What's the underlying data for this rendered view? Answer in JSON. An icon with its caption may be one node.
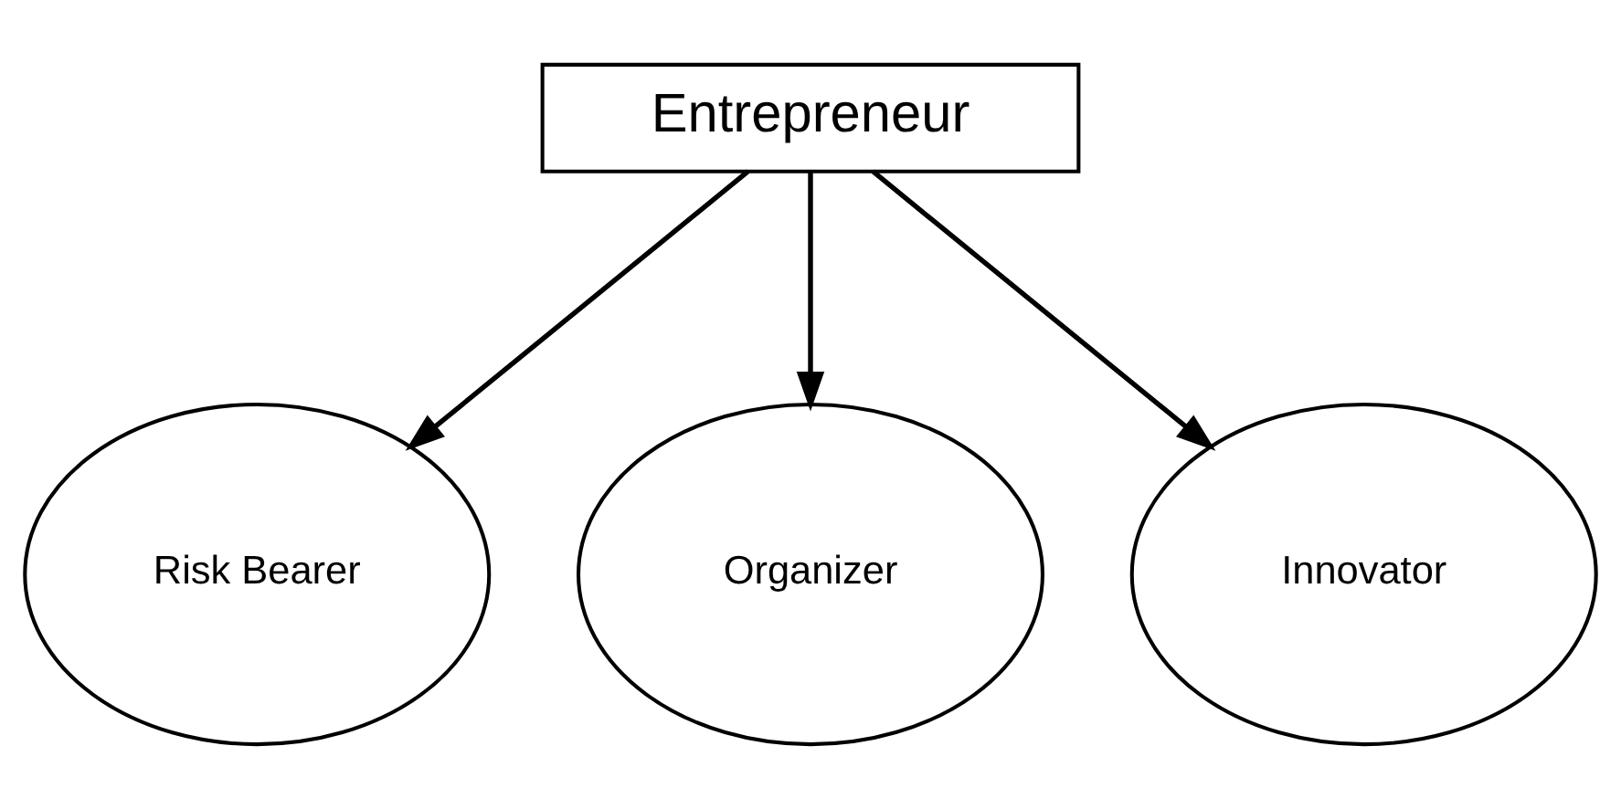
{
  "diagram": {
    "nodes": [
      {
        "text": [
          "Entrepreneur"
        ]
      },
      {
        "text": [
          "Risk Bearer"
        ]
      },
      {
        "text": [
          "Organizer"
        ]
      },
      {
        "text": [
          "Innovator"
        ]
      }
    ],
    "edges": [
      {
        "from": 0,
        "to": 1,
        "arrow": "to"
      },
      {
        "from": 0,
        "to": 2,
        "arrow": "to"
      },
      {
        "from": 0,
        "to": 3,
        "arrow": "to"
      }
    ]
  }
}
